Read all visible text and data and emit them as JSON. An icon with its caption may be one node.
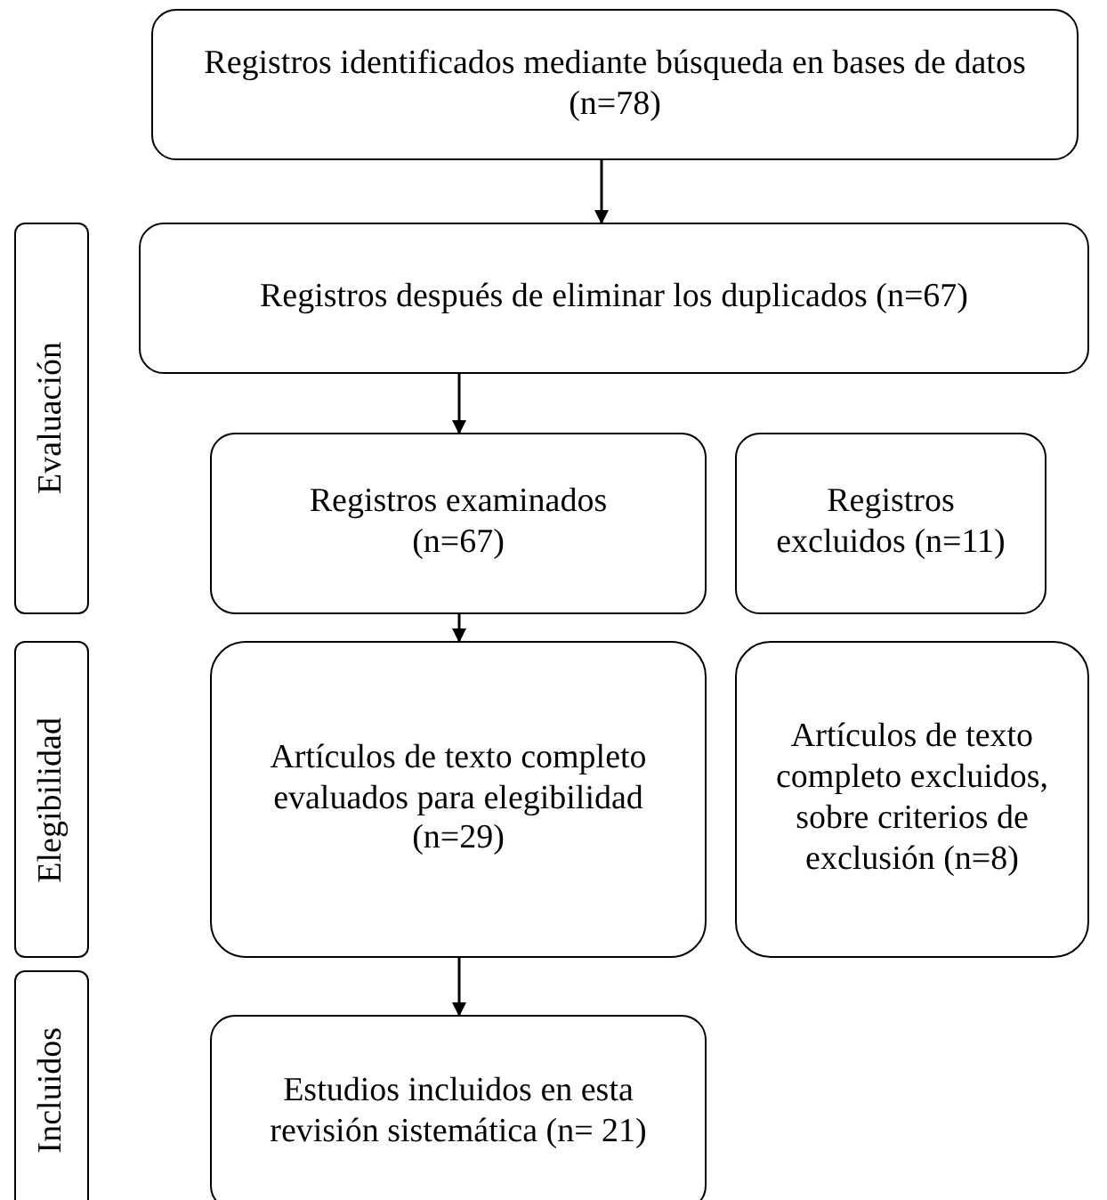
{
  "diagram": {
    "nodes": [
      {
        "text": [
          "Registros identificados mediante búsqueda en bases de datos (n=78)"
        ]
      },
      {
        "text": [
          "Registros después de eliminar los duplicados (n=67)"
        ]
      },
      {
        "text": [
          "Evaluación"
        ]
      },
      {
        "text": [
          "Registros examinados (n=67)"
        ]
      },
      {
        "text": [
          "Registros excluidos (n=11)"
        ]
      },
      {
        "text": [
          "Elegibilidad"
        ]
      },
      {
        "text": [
          "Artículos de texto completo evaluados para elegibilidad (n=29)"
        ]
      },
      {
        "text": [
          "Artículos de texto completo excluidos, sobre criterios de exclusión (n=8)"
        ]
      },
      {
        "text": [
          "Incluidos"
        ]
      },
      {
        "text": [
          "Estudios incluidos en esta revisión sistemática (n= 21)"
        ]
      }
    ],
    "edges": [
      {
        "from": 0,
        "to": 1,
        "arrow": "to"
      },
      {
        "from": 1,
        "to": 3,
        "arrow": "to"
      },
      {
        "from": 3,
        "to": 6,
        "arrow": "to"
      },
      {
        "from": 6,
        "to": 9,
        "arrow": "to"
      }
    ]
  }
}
